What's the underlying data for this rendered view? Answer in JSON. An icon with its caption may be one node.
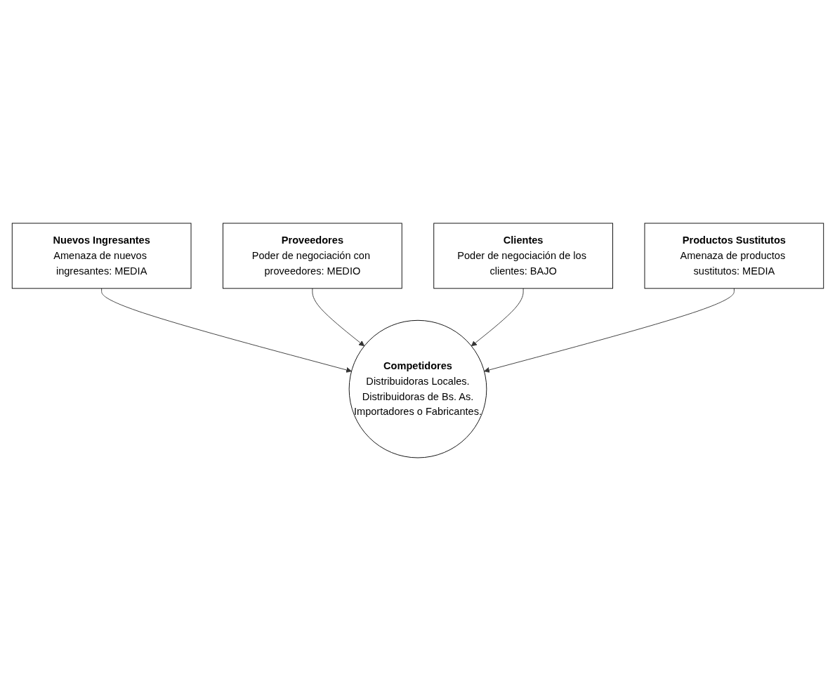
{
  "diagram": {
    "nodes": [
      {
        "text": [
          "Nuevos Ingresantes",
          "Amenaza de nuevos ingresantes: MEDIA"
        ]
      },
      {
        "text": [
          "Proveedores",
          "Poder de negociación con proveedores: MEDIO"
        ]
      },
      {
        "text": [
          "Competidores",
          "Distribuidoras Locales.",
          "Distribuidoras de Bs. As.",
          "Importadores o Fabricantes."
        ]
      },
      {
        "text": [
          "Clientes",
          "Poder de negociación de los clientes: BAJO"
        ]
      },
      {
        "text": [
          "Productos Sustitutos",
          "Amenaza de productos sustitutos: MEDIA"
        ]
      }
    ],
    "edges": [
      {
        "from": 0,
        "to": 2,
        "arrow": "to"
      },
      {
        "from": 1,
        "to": 2,
        "arrow": "to"
      },
      {
        "from": 3,
        "to": 2,
        "arrow": "to"
      },
      {
        "from": 4,
        "to": 2,
        "arrow": "to"
      }
    ]
  }
}
